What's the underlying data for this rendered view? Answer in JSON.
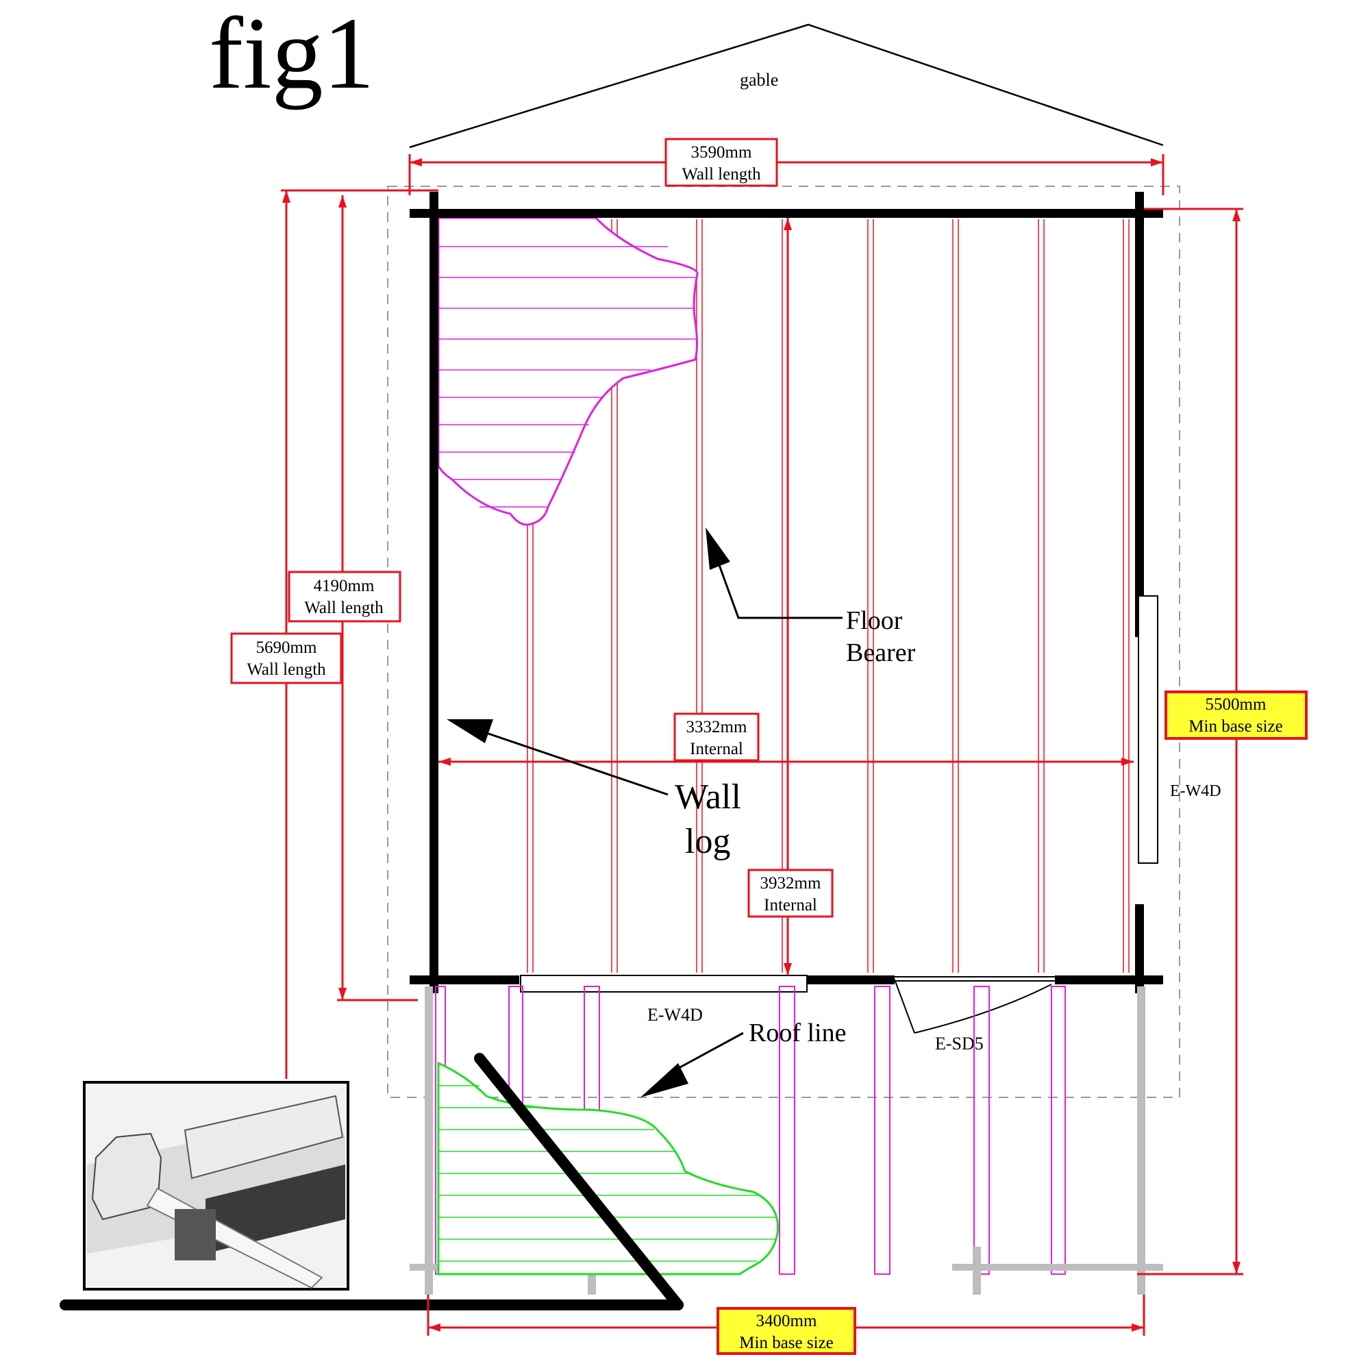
{
  "figure": {
    "title": "fig1",
    "gable_label": "gable"
  },
  "dimensions": {
    "top_wall": {
      "value": "3590mm",
      "label": "Wall length"
    },
    "left_wall_a": {
      "value": "4190mm",
      "label": "Wall length"
    },
    "left_wall_b": {
      "value": "5690mm",
      "label": "Wall length"
    },
    "internal_w": {
      "value": "3332mm",
      "label": "Internal"
    },
    "internal_h": {
      "value": "3932mm",
      "label": "Internal"
    },
    "base_right": {
      "value": "5500mm",
      "label": "Min base size"
    },
    "base_bottom": {
      "value": "3400mm",
      "label": "Min base size"
    }
  },
  "callouts": {
    "floor_bearer": [
      "Floor",
      "Bearer"
    ],
    "wall_log": [
      "Wall",
      "log"
    ],
    "roof_line": "Roof line"
  },
  "openings": {
    "right_window": "E-W4D",
    "front_window": "E-W4D",
    "front_door": "E-SD5"
  },
  "colors": {
    "dimension_red": "#e8121e",
    "highlight_yellow": "#ffff33",
    "floorboard_magenta": "#e020e0",
    "decking_green": "#22dd22",
    "wall_black": "#000000",
    "outline_grey": "#999999"
  }
}
